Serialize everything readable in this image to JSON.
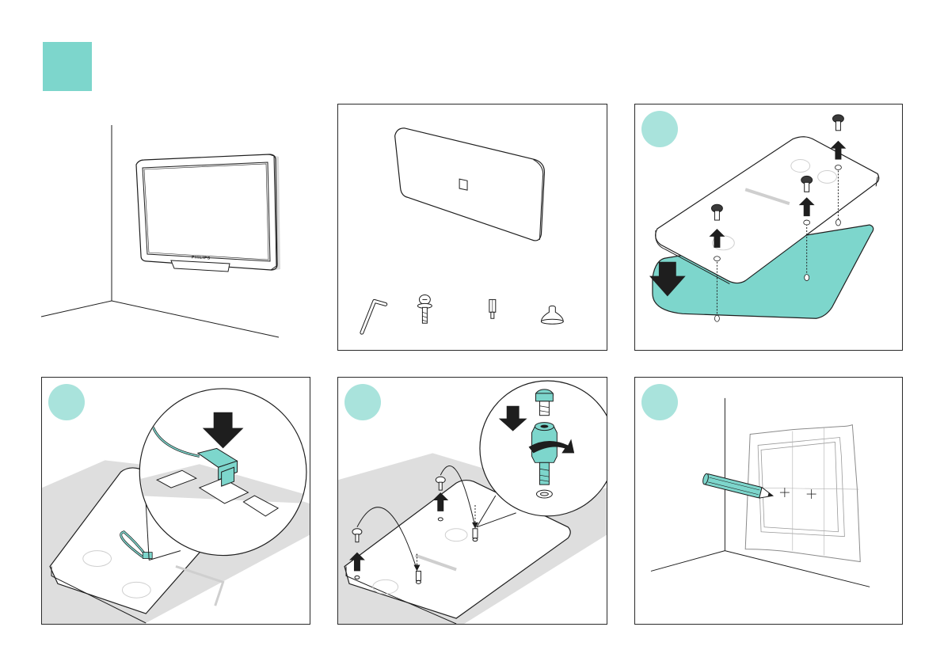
{
  "colors": {
    "accent": "#7dd6cc",
    "accent_light": "#a9e3dc",
    "line": "#1e1e1e",
    "shadow": "#d9d9d9",
    "paper_line": "#8a8a8a"
  },
  "scene1": {
    "brand_label": "PHILIPS"
  },
  "panels": [
    {
      "id": "parts"
    },
    {
      "id": "step-remove-screws"
    },
    {
      "id": "step-connect-cable"
    },
    {
      "id": "step-mount-spacers"
    },
    {
      "id": "step-mark-wall"
    }
  ],
  "icons": {
    "arrow": "down-arrow-icon",
    "arrow_up": "up-arrow-icon",
    "rotate": "rotate-arrow-icon",
    "pencil": "pencil-icon",
    "allen_key": "allen-key-icon",
    "screw": "screw-icon",
    "spacer": "spacer-icon",
    "suction_foot": "suction-foot-icon"
  }
}
